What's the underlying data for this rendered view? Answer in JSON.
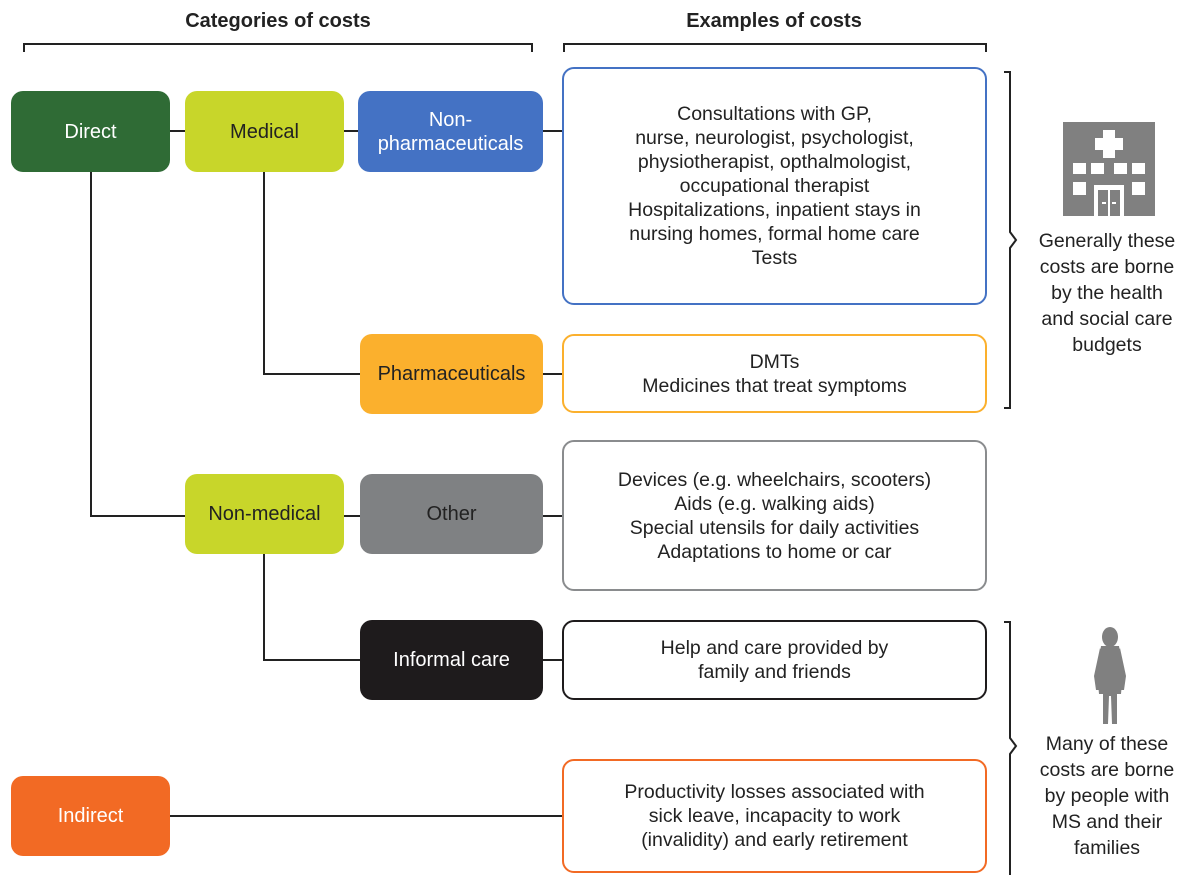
{
  "headers": {
    "categories": "Categories of costs",
    "examples": "Examples of costs"
  },
  "nodes": {
    "direct": "Direct",
    "medical": "Medical",
    "non_pharma_line1": "Non-",
    "non_pharma_line2": "pharmaceuticals",
    "pharmaceuticals": "Pharmaceuticals",
    "non_medical": "Non-medical",
    "other": "Other",
    "informal_care": "Informal care",
    "indirect": "Indirect"
  },
  "examples": {
    "non_pharma": [
      "Consultations with GP,",
      "nurse, neurologist, psychologist,",
      "physiotherapist, opthalmologist,",
      "occupational therapist",
      "Hospitalizations, inpatient stays in",
      "nursing homes, formal home care",
      "Tests"
    ],
    "pharma": [
      "DMTs",
      "Medicines that treat symptoms"
    ],
    "other": [
      "Devices (e.g. wheelchairs, scooters)",
      "Aids (e.g. walking aids)",
      "Special utensils for daily activities",
      "Adaptations to home or car"
    ],
    "informal": [
      "Help and care provided by",
      "family and friends"
    ],
    "indirect": [
      "Productivity losses associated with",
      "sick leave, incapacity to work",
      "(invalidity) and early retirement"
    ]
  },
  "notes": {
    "health_budget": [
      "Generally these",
      "costs are borne",
      "by the health",
      "and social care",
      "budgets"
    ],
    "people_ms": [
      "Many of these",
      "costs are borne",
      "by people with",
      "MS and their",
      "families"
    ]
  },
  "icons": {
    "hospital": "hospital-icon",
    "person": "person-icon"
  },
  "colors": {
    "direct": "#2f6b35",
    "medical": "#c8d62a",
    "non_pharma": "#4472c4",
    "pharma": "#fbb02d",
    "other": "#7f8183",
    "informal": "#1e1b1c",
    "indirect": "#f26a24",
    "icon_grey": "#808080"
  }
}
